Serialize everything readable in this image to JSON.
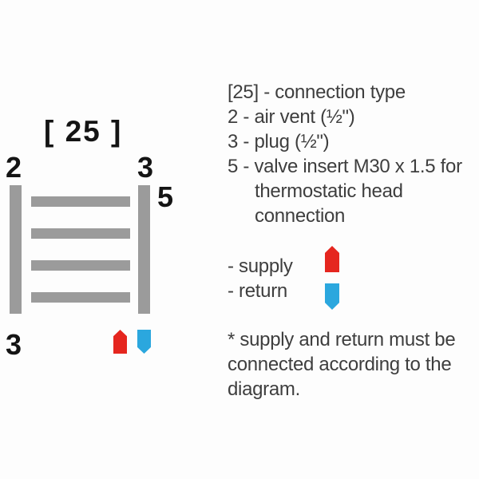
{
  "diagram": {
    "connection_code": "[ 25 ]",
    "air_vent_label": "2",
    "plug_top_label": "3",
    "valve_label": "5",
    "plug_bottom_label": "3",
    "rung_count": 4
  },
  "description": {
    "lines": [
      "[25] - connection type",
      "2 - air vent (½\")",
      "3 - plug (½\")",
      "5 - valve insert M30 x 1.5 for",
      "thermostatic head",
      "connection"
    ]
  },
  "legend": {
    "supply_label": "- supply",
    "return_label": "- return"
  },
  "note": {
    "lines": [
      "* supply and return must be",
      "connected according to the",
      "diagram."
    ]
  },
  "colors": {
    "supply_red": "#e5261f",
    "return_blue": "#2ba7de",
    "radiator_gray": "#9b9b9b",
    "text_gray": "#3e3e3e",
    "label_black": "#141414"
  }
}
